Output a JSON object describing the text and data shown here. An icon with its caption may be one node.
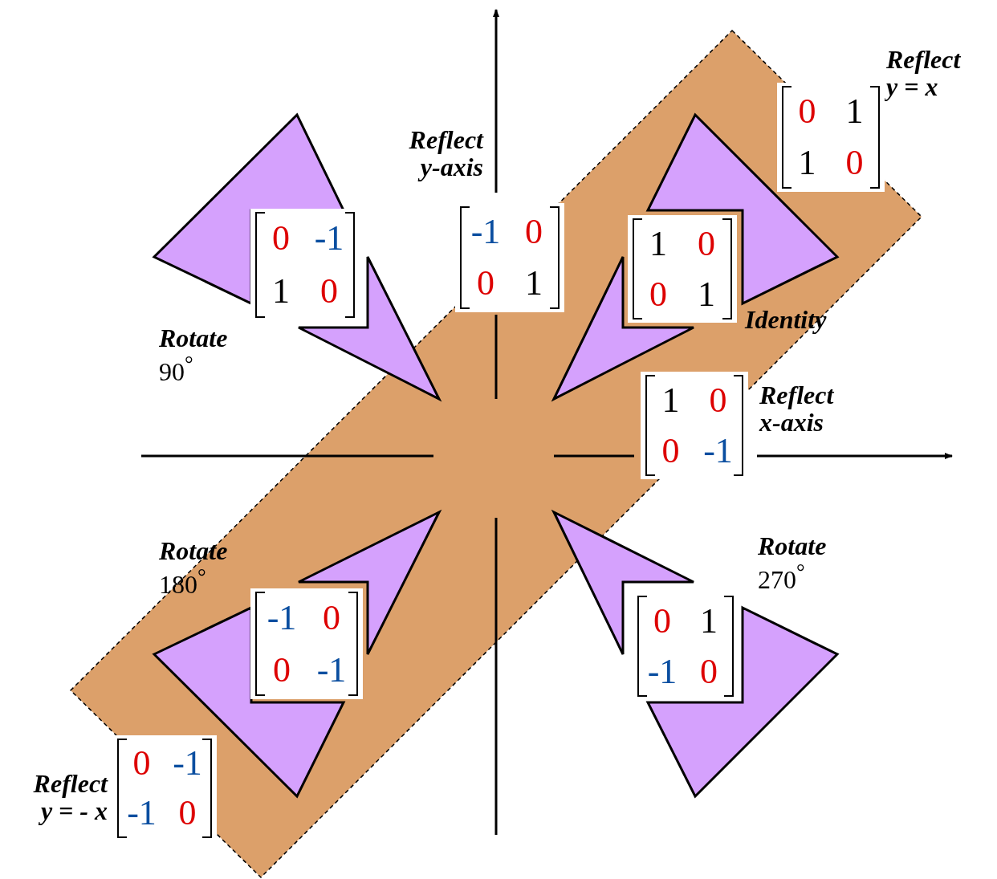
{
  "diagram": {
    "nodes": [
      {
        "text": [
          "0",
          "1",
          "1",
          "0"
        ],
        "beside": [
          "Reflect y = x"
        ]
      },
      {
        "text": [
          "-1",
          "0",
          "0",
          "1"
        ],
        "beside": [
          "Reflect y-axis"
        ]
      },
      {
        "text": [
          "0",
          "-1",
          "1",
          "0"
        ],
        "beside": [
          "**Rotate** 90$^{°}$"
        ]
      },
      {
        "text": [
          "1",
          "0",
          "0",
          "1"
        ],
        "beside": [
          "Identity"
        ]
      },
      {
        "text": [
          "1",
          "0",
          "0",
          "-1"
        ],
        "beside": [
          "Reflect x-axis"
        ]
      },
      {
        "text": [
          "-1",
          "0",
          "0",
          "-1"
        ],
        "beside": [
          "**Rotate** 180$^{°}$"
        ]
      },
      {
        "text": [
          "0",
          "1",
          "-1",
          "0"
        ],
        "beside": [
          "**Rotate** 270$^{°}$"
        ]
      },
      {
        "text": [
          "0",
          "-1",
          "-1",
          "0"
        ],
        "beside": [
          "Reflect y = - x"
        ]
      }
    ],
    "edges": []
  }
}
